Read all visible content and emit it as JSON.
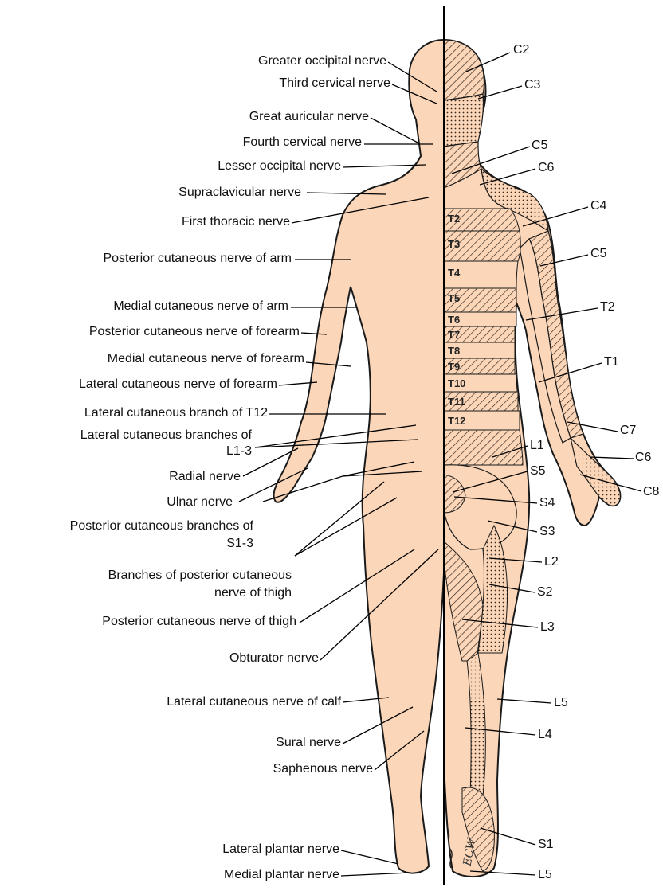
{
  "left_labels": [
    "Greater occipital nerve",
    "Third cervical nerve",
    "Great auricular nerve",
    "Fourth cervical nerve",
    "Lesser occipital nerve",
    "Supraclavicular nerve",
    "First thoracic nerve",
    "Posterior cutaneous nerve of arm",
    "Medial cutaneous nerve of arm",
    "Posterior cutaneous nerve of forearm",
    "Medial cutaneous nerve of forearm",
    "Lateral cutaneous nerve of forearm",
    "Lateral cutaneous branch of T12",
    "Lateral cutaneous branches of",
    "L1-3",
    "Radial nerve",
    "Ulnar nerve",
    "Posterior cutaneous branches of",
    "S1-3",
    "Branches of posterior cutaneous",
    "nerve of thigh",
    "Posterior cutaneous nerve of thigh",
    "Obturator nerve",
    "Lateral cutaneous nerve of calf",
    "Sural nerve",
    "Saphenous nerve",
    "Lateral plantar nerve",
    "Medial plantar nerve"
  ],
  "right_labels": [
    "C2",
    "C3",
    "C5",
    "C6",
    "C4",
    "C5",
    "T2",
    "T1",
    "C7",
    "C6",
    "C8",
    "L1",
    "S5",
    "S4",
    "S3",
    "L2",
    "S2",
    "L3",
    "L5",
    "L4",
    "S1",
    "L5"
  ],
  "trunk_segments": [
    "T2",
    "T3",
    "T4",
    "T5",
    "T6",
    "T7",
    "T8",
    "T9",
    "T10",
    "T11",
    "T12"
  ],
  "signature": "ECW",
  "colors": {
    "skin": "#fbd6b8",
    "outline": "#1a1a1a",
    "line": "#000000"
  }
}
